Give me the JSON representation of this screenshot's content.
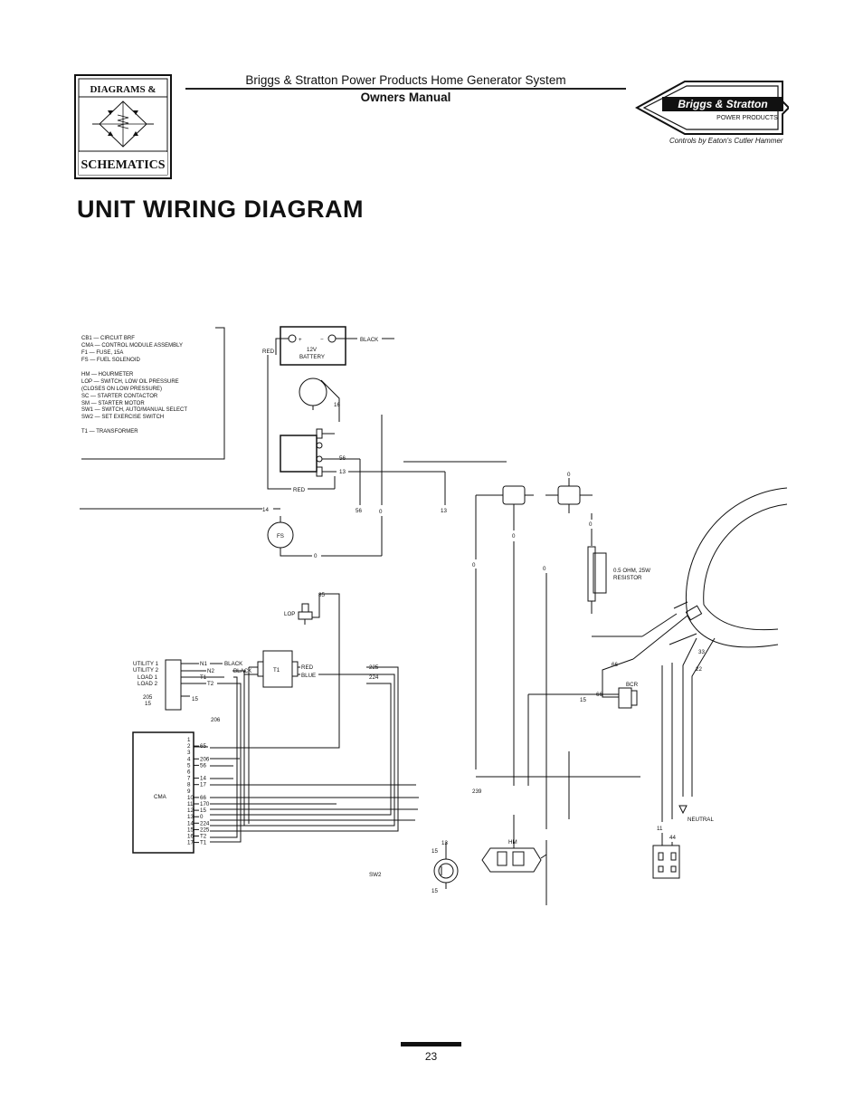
{
  "header": {
    "title": "Briggs & Stratton Power Products Home Generator System",
    "subtitle": "Owners Manual"
  },
  "logo_left": {
    "top_word": "DIAGRAMS &",
    "bottom_word": "SCHEMATICS"
  },
  "logo_right": {
    "brand": "Briggs & Stratton",
    "sub": "POWER PRODUCTS",
    "caption": "Controls by Eaton's Cutler Hammer"
  },
  "page_title": "UNIT WIRING DIAGRAM",
  "legend": [
    "CB1  —  CIRCUIT BRF",
    "CMA  —  CONTROL MODULE ASSEMBLY",
    "F1    —  FUSE, 15A",
    "FS    —  FUEL SOLENOID",
    "HM   —  HOURMETER",
    "LOP  —  SWITCH, LOW OIL PRESSURE",
    "           (CLOSES ON LOW PRESSURE)",
    "SC    —  STARTER CONTACTOR",
    "SM    —  STARTER MOTOR",
    "SW1  —  SWITCH, AUTO/MANUAL SELECT",
    "SW2  —  SET EXERCISE SWITCH",
    "T1    —  TRANSFORMER"
  ],
  "labels": {
    "battery_plus": "+",
    "battery_minus": "−",
    "battery_line1": "12V",
    "battery_line2": "BATTERY",
    "black": "BLACK",
    "red": "RED",
    "red2": "RED",
    "w16": "16",
    "w56": "56",
    "w13": "13",
    "w56b": "56",
    "w0a": "0",
    "w13b": "13",
    "w14": "14",
    "fs": "FS",
    "w0b": "0",
    "w0c": "0",
    "w0d": "0",
    "w0e": "0",
    "w0f": "0",
    "w0g": "0",
    "resistor": "0.5  OHM,  25W",
    "resistor2": "RESISTOR",
    "w85": "85",
    "lop": "LOP",
    "utility1": "UTILITY  1",
    "utility2": "UTILITY  2",
    "load1": "LOAD  1",
    "load2": "LOAD  2",
    "w205": "205",
    "w15a": "15",
    "w15b": "15",
    "n1": "N1",
    "n2": "N2",
    "t1w": "T1",
    "t2w": "T2",
    "black1": "BLACK",
    "black2": "BLACK",
    "t1": "T1",
    "red3": "RED",
    "blue": "BLUE",
    "w225": "225",
    "w224": "224",
    "w206": "206",
    "cma": "CMA",
    "w66": "66",
    "w66b": "66",
    "w15c": "15",
    "bcr": "BCR",
    "w33": "33",
    "w22": "22",
    "w239": "239",
    "w11": "11",
    "w44": "44",
    "neutral": "NEUTRAL",
    "w13c": "13",
    "w15d": "15",
    "w15e": "15",
    "sw2": "SW2",
    "hm": "HM"
  },
  "cma_pins": [
    "1",
    "2",
    "3",
    "4",
    "5",
    "6",
    "7",
    "8",
    "9",
    "10",
    "11",
    "12",
    "13",
    "14",
    "15",
    "16",
    "17"
  ],
  "cma_wires": [
    "",
    "65",
    "",
    "206",
    "56",
    "",
    "14",
    "17",
    "",
    "66",
    "170",
    "15",
    "0",
    "224",
    "225",
    "T2",
    "T1"
  ],
  "page_number": "23"
}
